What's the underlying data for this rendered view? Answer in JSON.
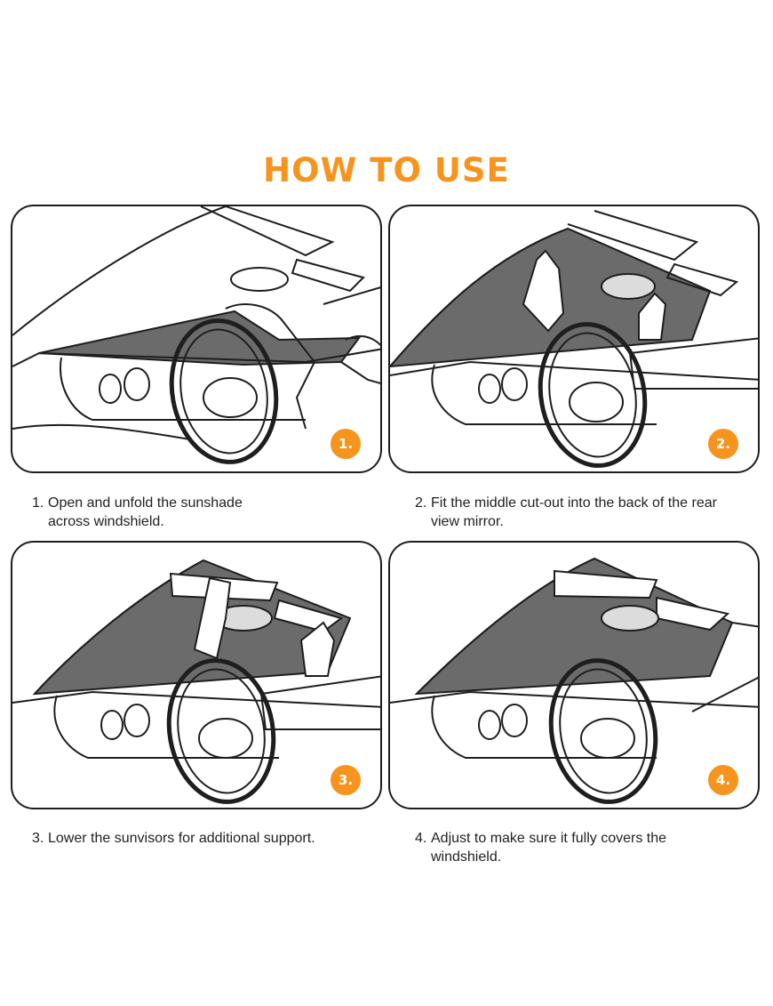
{
  "title": "HOW TO USE",
  "colors": {
    "accent": "#f7941d",
    "line": "#1e1e1e",
    "shade": "#6b6b6b"
  },
  "steps": [
    {
      "badge": "1.",
      "number": "1.",
      "text": "Open and unfold the sunshade across windshield."
    },
    {
      "badge": "2.",
      "number": "2.",
      "text": "Fit the middle cut-out into the back of the rear view mirror."
    },
    {
      "badge": "3.",
      "number": "3.",
      "text": "Lower the sunvisors for additional support."
    },
    {
      "badge": "4.",
      "number": "4.",
      "text": "Adjust to make sure it fully covers the windshield."
    }
  ]
}
